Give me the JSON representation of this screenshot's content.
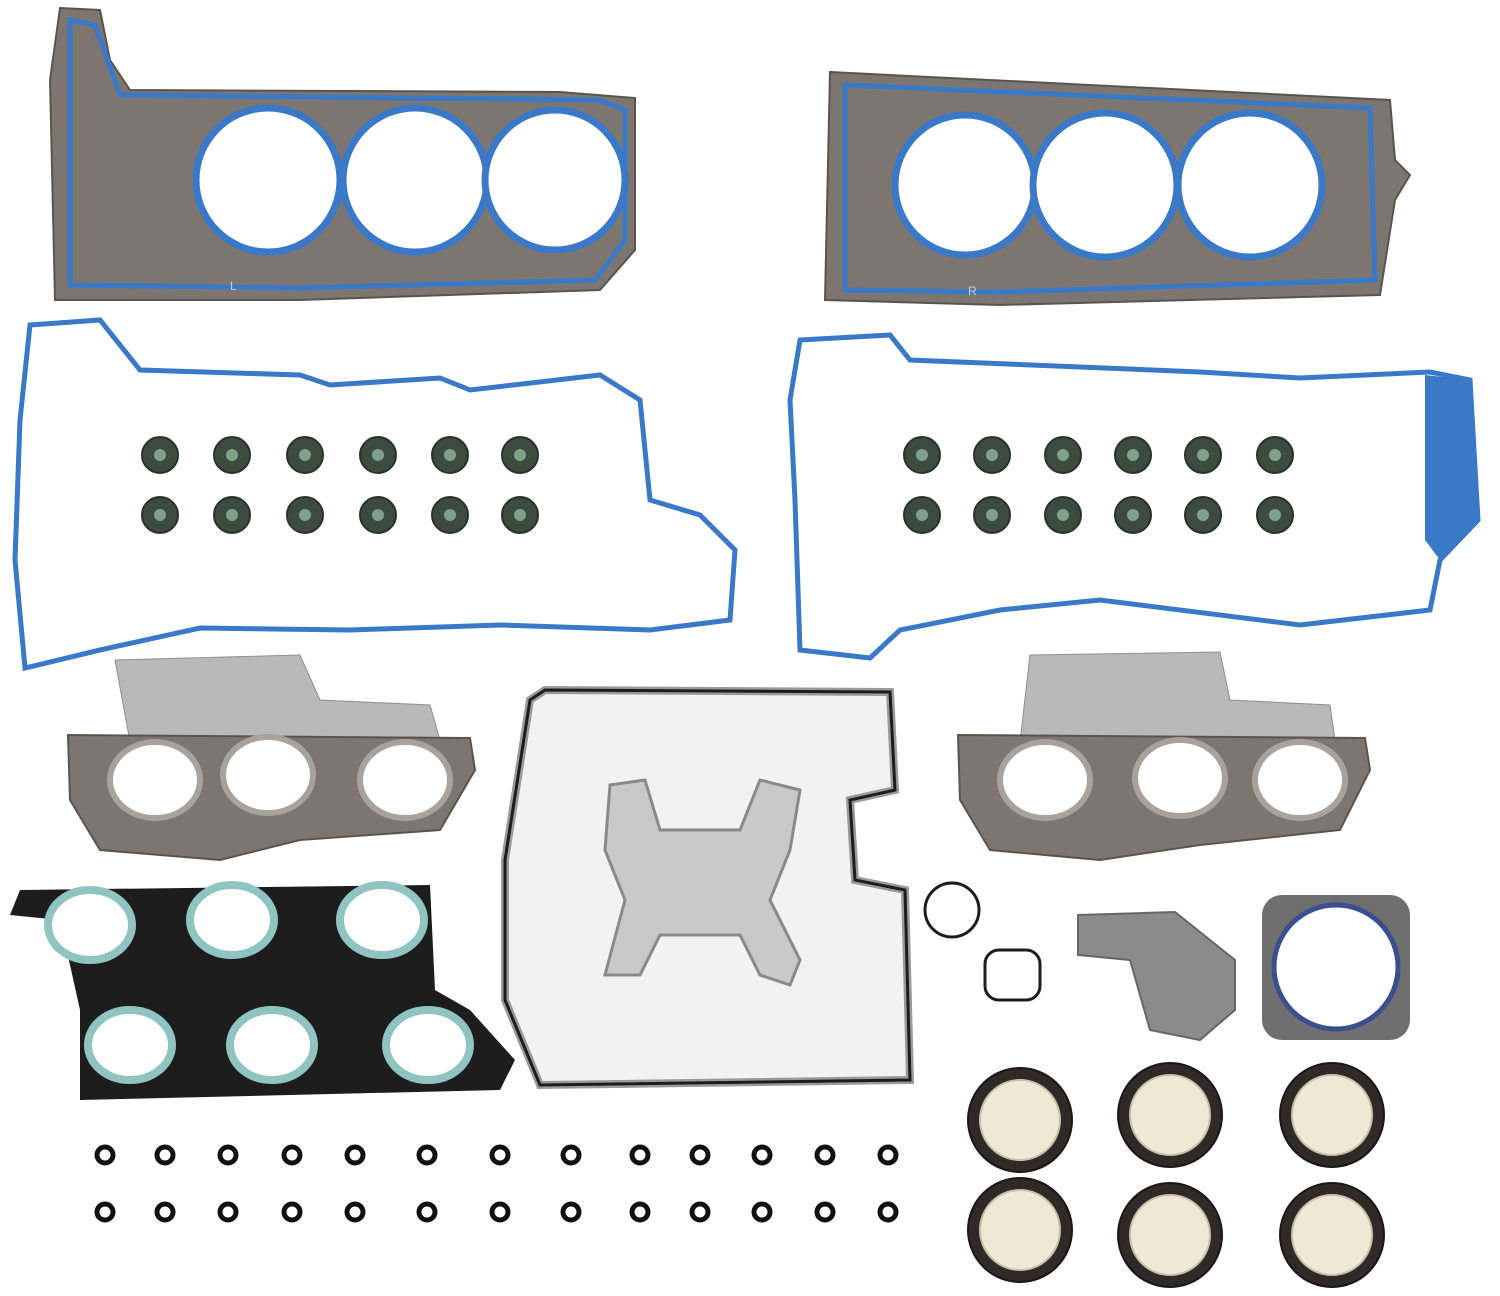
{
  "product": {
    "head_gasket_left_mark": "L",
    "head_gasket_right_mark": "R"
  },
  "colors": {
    "gasket_blue": "#3a78c8",
    "steel_gray": "#7d7670",
    "shield_silver": "#b9b9b9",
    "ring_green": "#8fc4c0",
    "rubber_black": "#1d1d1d",
    "seal_cream": "#efe8d6"
  },
  "counts": {
    "valve_stem_seals_per_bank": 12,
    "small_o_rings": 26,
    "crank_cam_seals": 6
  }
}
